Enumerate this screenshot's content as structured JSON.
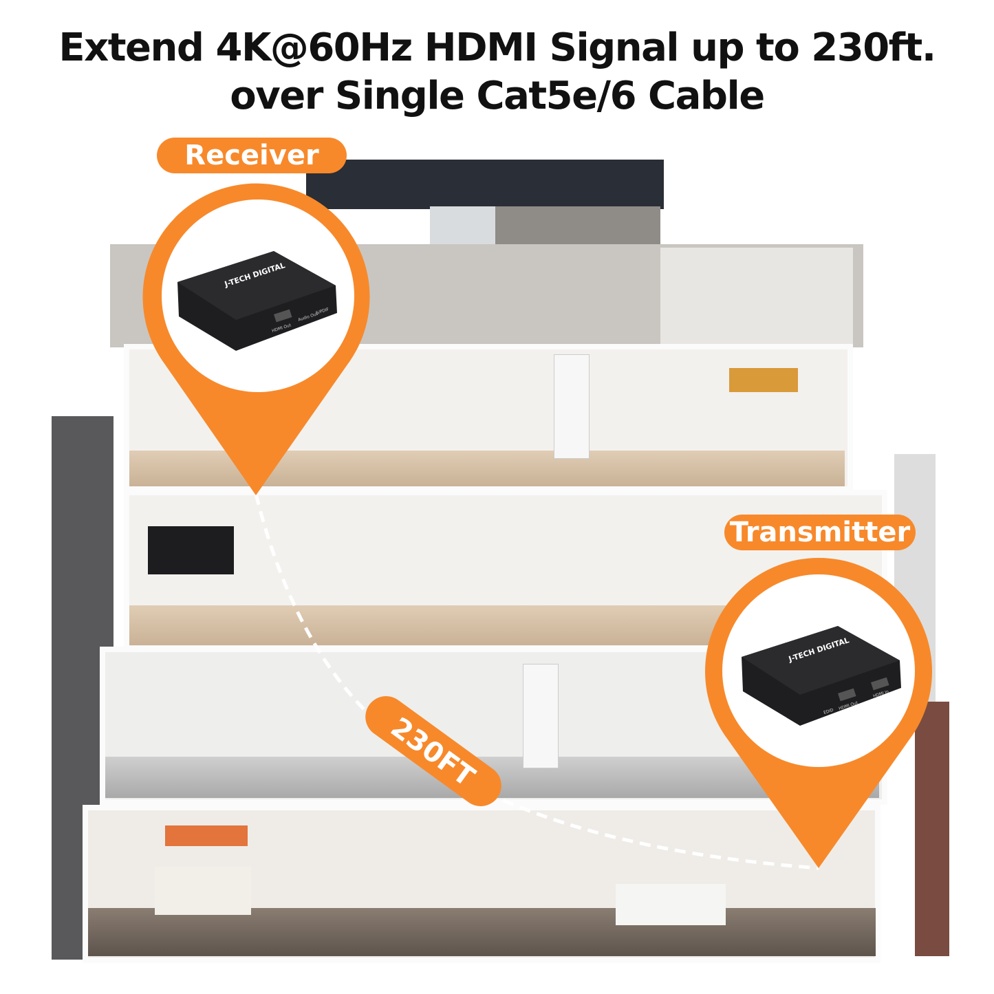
{
  "headline": {
    "line1": "Extend 4K@60Hz HDMI Signal up to 230ft.",
    "line2": "over Single Cat5e/6 Cable"
  },
  "receiver": {
    "label": "Receiver",
    "device": {
      "brand": "J-TECH DIGITAL",
      "ports": [
        "HDMI Out",
        "Audio Out",
        "S/PDIF"
      ]
    }
  },
  "transmitter": {
    "label": "Transmitter",
    "device": {
      "brand": "J-TECH DIGITAL",
      "ports": [
        "EDID",
        "HDMI Out",
        "HDMI In"
      ]
    }
  },
  "distance": {
    "label": "230FT"
  },
  "colors": {
    "accent": "#f7892b",
    "device": "#1e1e20",
    "text": "#111111"
  }
}
